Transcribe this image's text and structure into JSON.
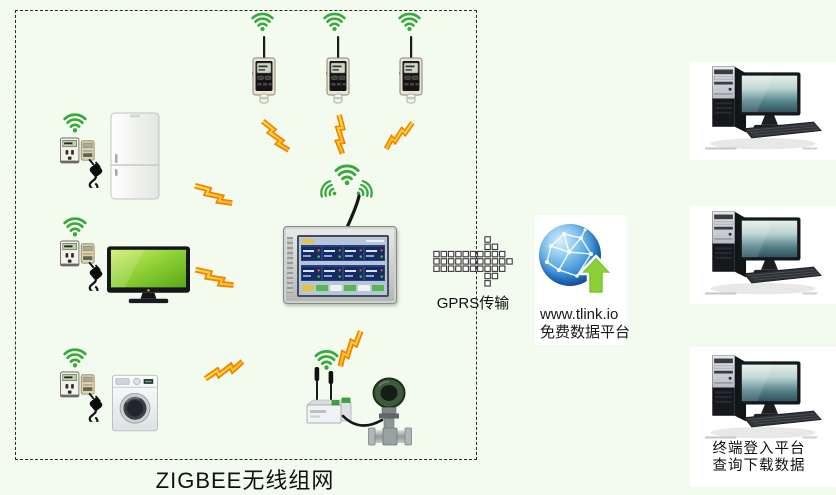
{
  "diagram": {
    "type": "iot-network-topology",
    "title": "ZIGBEE无线组网",
    "gprs_label": "GPRS传输",
    "platform": {
      "url": "www.tlink.io",
      "name": "免费数据平台"
    },
    "terminal_caption": {
      "line1": "终端登入平台",
      "line2": "查询下载数据"
    }
  },
  "colors": {
    "background": "#f2fbee",
    "wifi_green": "#3aa83c",
    "bolt_orange": "#ef8200",
    "bolt_yellow": "#ffe04a",
    "globe_blue": "#2b83d2",
    "upload_arrow_green": "#7cc62e",
    "tv_screen_green": "#8ccf33",
    "gateway_screen_navy": "#152a5e"
  },
  "icons": [
    "wifi-signal-icon",
    "lightning-link-icon",
    "data-logger-icon",
    "smart-plug-meter-icon",
    "power-plug-icon",
    "refrigerator-icon",
    "tv-icon",
    "washing-machine-icon",
    "zigbee-gateway-icon",
    "wireless-rtu-icon",
    "flow-meter-icon",
    "gprs-pixel-arrow-icon",
    "cloud-platform-globe-icon",
    "upload-arrow-icon",
    "desktop-computer-icon"
  ]
}
